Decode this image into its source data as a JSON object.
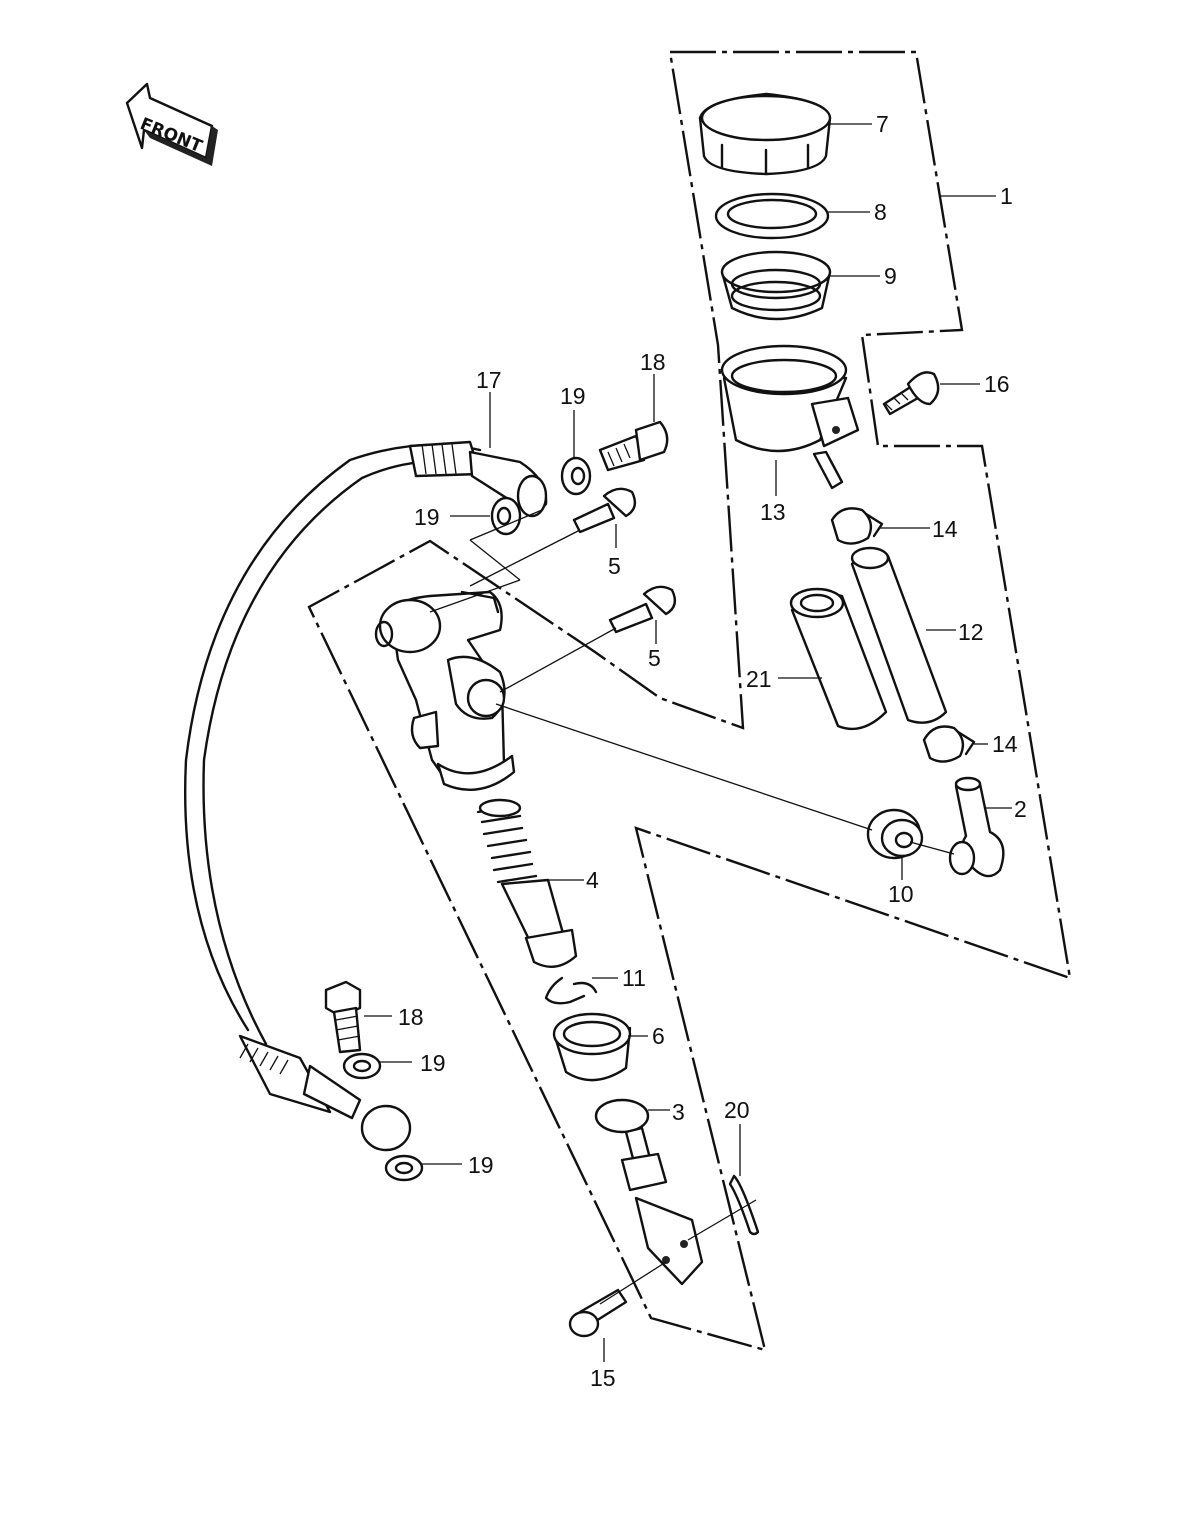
{
  "orientation": {
    "front_label": "FRONT",
    "icon": "front-arrow-icon"
  },
  "callouts": [
    {
      "id": "c1",
      "label": "1"
    },
    {
      "id": "c2",
      "label": "2"
    },
    {
      "id": "c3",
      "label": "3"
    },
    {
      "id": "c4",
      "label": "4"
    },
    {
      "id": "c5a",
      "label": "5"
    },
    {
      "id": "c5b",
      "label": "5"
    },
    {
      "id": "c6",
      "label": "6"
    },
    {
      "id": "c7",
      "label": "7"
    },
    {
      "id": "c8",
      "label": "8"
    },
    {
      "id": "c9",
      "label": "9"
    },
    {
      "id": "c10",
      "label": "10"
    },
    {
      "id": "c11",
      "label": "11"
    },
    {
      "id": "c12",
      "label": "12"
    },
    {
      "id": "c13",
      "label": "13"
    },
    {
      "id": "c14a",
      "label": "14"
    },
    {
      "id": "c14b",
      "label": "14"
    },
    {
      "id": "c15",
      "label": "15"
    },
    {
      "id": "c16",
      "label": "16"
    },
    {
      "id": "c17",
      "label": "17"
    },
    {
      "id": "c18a",
      "label": "18"
    },
    {
      "id": "c18b",
      "label": "18"
    },
    {
      "id": "c19a",
      "label": "19"
    },
    {
      "id": "c19b",
      "label": "19"
    },
    {
      "id": "c19c",
      "label": "19"
    },
    {
      "id": "c19d",
      "label": "19"
    },
    {
      "id": "c20",
      "label": "20"
    },
    {
      "id": "c21",
      "label": "21"
    }
  ]
}
